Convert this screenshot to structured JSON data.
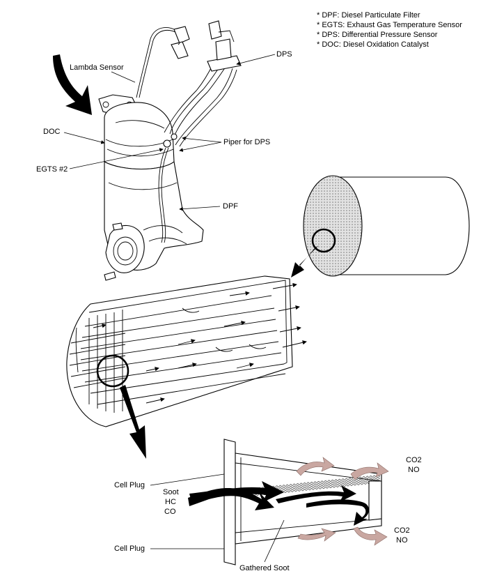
{
  "legend": [
    "* DPF: Diesel Particulate Filter",
    "* EGTS: Exhaust Gas Temperature Sensor",
    "* DPS: Differential Pressure Sensor",
    "* DOC: Diesel Oxidation Catalyst"
  ],
  "labels": {
    "lambda_sensor": "Lambda Sensor",
    "dps": "DPS",
    "doc": "DOC",
    "piper_for_dps": "Piper for DPS",
    "egts2": "EGTS #2",
    "dpf": "DPF",
    "cell_plug_top": "Cell Plug",
    "cell_plug_bottom": "Cell Plug",
    "soot": "Soot",
    "hc": "HC",
    "co": "CO",
    "co2_top": "CO2",
    "no_top": "NO",
    "co2_bottom": "CO2",
    "no_bottom": "NO",
    "gathered_soot": "Gathered Soot"
  },
  "colors": {
    "ink": "#000000",
    "reaction_arrow": "#c9a7a1",
    "filter_face": "#d4d4d4"
  }
}
